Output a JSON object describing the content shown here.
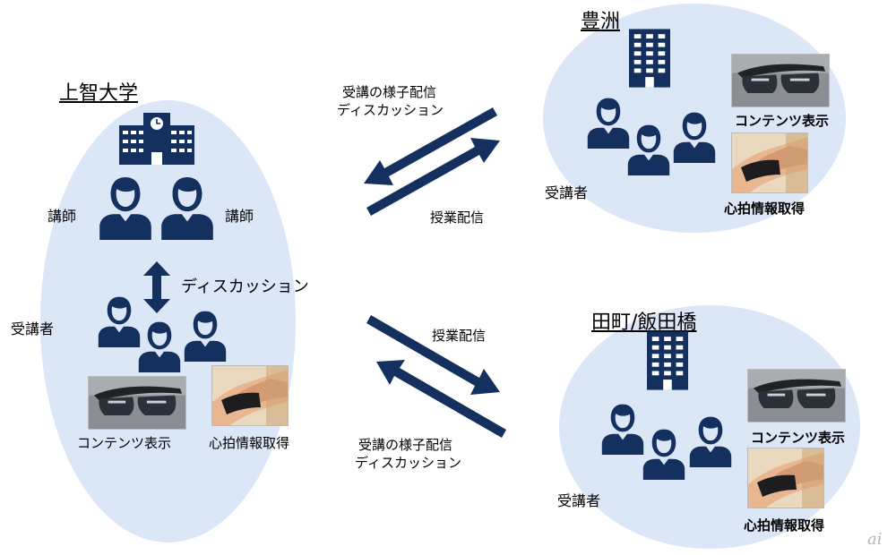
{
  "sites": {
    "sophia": {
      "title": "上智大学",
      "lecturer_left": "講師",
      "lecturer_right": "講師",
      "discussion": "ディスカッション",
      "students": "受講者",
      "content_display": "コンテンツ表示",
      "heart_rate": "心拍情報取得"
    },
    "toyosu": {
      "title": "豊洲",
      "students": "受講者",
      "content_display": "コンテンツ表示",
      "heart_rate": "心拍情報取得"
    },
    "tamachi": {
      "title": "田町/飯田橋",
      "students": "受講者",
      "content_display": "コンテンツ表示",
      "heart_rate": "心拍情報取得"
    }
  },
  "flows": {
    "upper_back_line1": "受講の様子配信",
    "upper_back_line2": "ディスカッション",
    "upper_forward": "授業配信",
    "lower_forward": "授業配信",
    "lower_back_line1": "受講の様子配信",
    "lower_back_line2": "ディスカッション"
  },
  "colors": {
    "navy": "#13305e",
    "ellipse_fill": "#dbe6f7"
  }
}
